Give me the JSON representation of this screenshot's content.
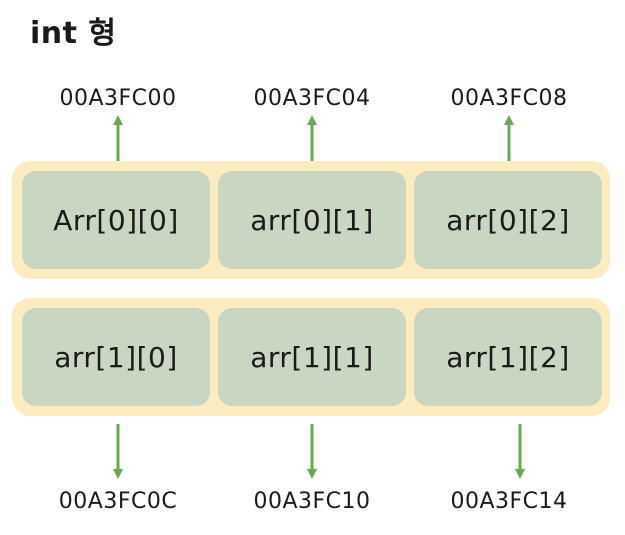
{
  "title": "int 형",
  "colors": {
    "arrow": "#6aa84f",
    "row_background": "#fdecc0",
    "cell_background": "#c9d6c2"
  },
  "cells": [
    [
      "Arr[0][0]",
      "arr[0][1]",
      "arr[0][2]"
    ],
    [
      "arr[1][0]",
      "arr[1][1]",
      "arr[1][2]"
    ]
  ],
  "addresses": {
    "top": [
      "00A3FC00",
      "00A3FC04",
      "00A3FC08"
    ],
    "bottom": [
      "00A3FC0C",
      "00A3FC10",
      "00A3FC14"
    ]
  }
}
